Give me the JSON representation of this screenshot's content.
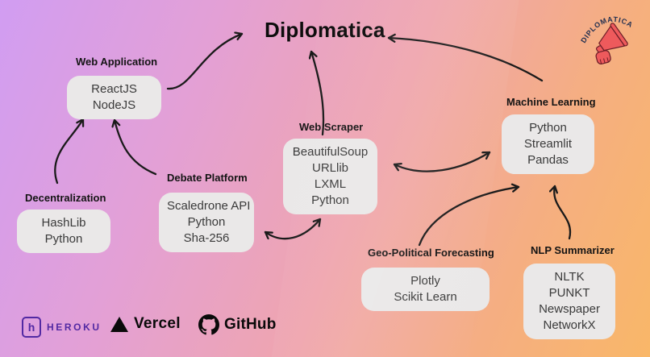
{
  "title": "Diplomatica",
  "badge": {
    "text": "DIPLOMATICA"
  },
  "nodes": {
    "web_application": {
      "heading": "Web Application",
      "items": [
        "ReactJS",
        "NodeJS"
      ]
    },
    "web_scraper": {
      "heading": "Web Scraper",
      "items": [
        "BeautifulSoup",
        "URLlib",
        "LXML",
        "Python"
      ]
    },
    "machine_learning": {
      "heading": "Machine Learning",
      "items": [
        "Python",
        "Streamlit",
        "Pandas"
      ]
    },
    "debate_platform": {
      "heading": "Debate Platform",
      "items": [
        "Scaledrone API",
        "Python",
        "Sha-256"
      ]
    },
    "decentralization": {
      "heading": "Decentralization",
      "items": [
        "HashLib",
        "Python"
      ]
    },
    "geo_political_forecasting": {
      "heading": "Geo-Political Forecasting",
      "items": [
        "Plotly",
        "Scikit Learn"
      ]
    },
    "nlp_summarizer": {
      "heading": "NLP Summarizer",
      "items": [
        "NLTK",
        "PUNKT",
        "Newspaper",
        "NetworkX"
      ]
    }
  },
  "edges": [
    {
      "from": "web_application",
      "to": "title",
      "bidirectional": false
    },
    {
      "from": "web_scraper",
      "to": "title",
      "bidirectional": false
    },
    {
      "from": "machine_learning",
      "to": "title",
      "bidirectional": false
    },
    {
      "from": "decentralization",
      "to": "web_application",
      "bidirectional": false
    },
    {
      "from": "debate_platform",
      "to": "web_application",
      "bidirectional": false
    },
    {
      "from": "web_scraper",
      "to": "machine_learning",
      "bidirectional": true
    },
    {
      "from": "debate_platform",
      "to": "web_scraper",
      "bidirectional": true
    },
    {
      "from": "geo_political_forecasting",
      "to": "machine_learning",
      "bidirectional": false
    },
    {
      "from": "nlp_summarizer",
      "to": "machine_learning",
      "bidirectional": false
    }
  ],
  "footer": {
    "heroku_label": "HEROKU",
    "heroku_glyph": "h",
    "vercel_label": "Vercel",
    "github_label": "GitHub"
  },
  "colors": {
    "background_start": "#d19df2",
    "background_mid": "#efa5ae",
    "background_end": "#f9b768",
    "box_fill": "#eae8e8",
    "arrow": "#1a1a1a",
    "badge_red": "#ee5a5c",
    "badge_text": "#233050",
    "heroku_purple": "#5229a3"
  }
}
